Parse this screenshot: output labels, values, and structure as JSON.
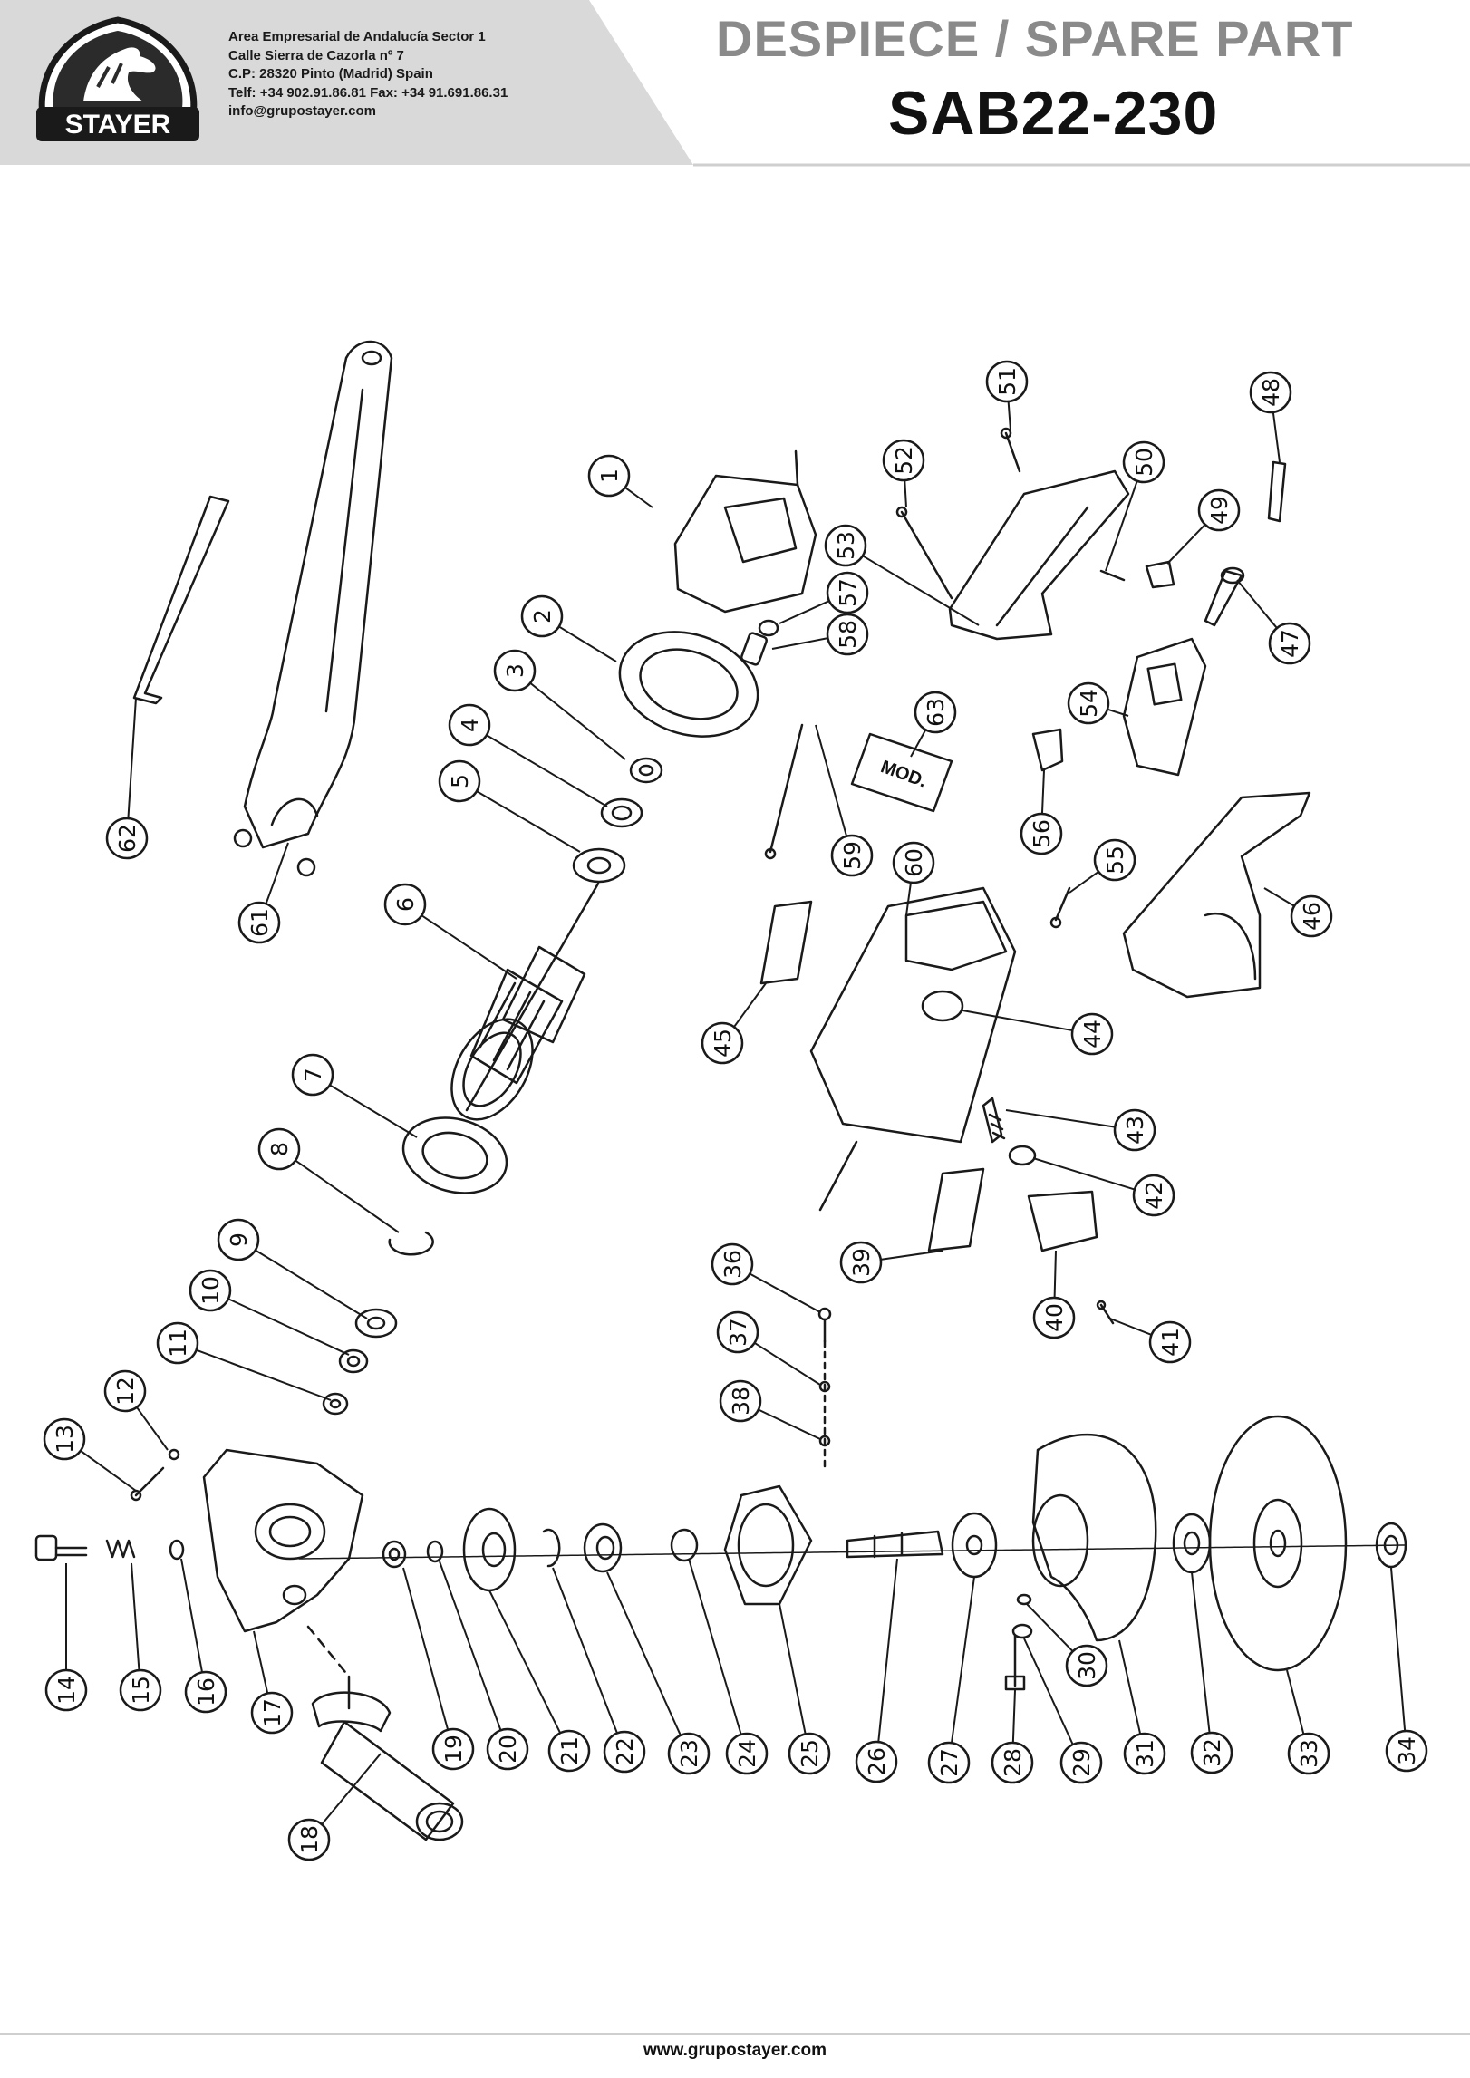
{
  "header": {
    "company_lines": [
      "Area Empresarial de Andalucía Sector 1",
      "Calle Sierra de Cazorla nº 7",
      "C.P: 28320 Pinto (Madrid) Spain",
      "Telf: +34 902.91.86.81 Fax: +34 91.691.86.31",
      "info@grupostayer.com"
    ],
    "logo_text": "STAYER",
    "doc_title": "DESPIECE / SPARE PART",
    "model": "SAB22-230"
  },
  "diagram": {
    "mod_label": "MOD.",
    "part_numbers": [
      "1",
      "2",
      "3",
      "4",
      "5",
      "6",
      "7",
      "8",
      "9",
      "10",
      "11",
      "12",
      "13",
      "14",
      "15",
      "16",
      "17",
      "18",
      "19",
      "20",
      "21",
      "22",
      "23",
      "24",
      "25",
      "26",
      "27",
      "28",
      "29",
      "30",
      "31",
      "32",
      "33",
      "34",
      "36",
      "37",
      "38",
      "39",
      "40",
      "41",
      "42",
      "43",
      "44",
      "45",
      "46",
      "47",
      "48",
      "49",
      "50",
      "51",
      "52",
      "53",
      "54",
      "55",
      "56",
      "57",
      "58",
      "59",
      "60",
      "61",
      "62",
      "63"
    ]
  },
  "footer": {
    "website": "www.grupostayer.com"
  }
}
